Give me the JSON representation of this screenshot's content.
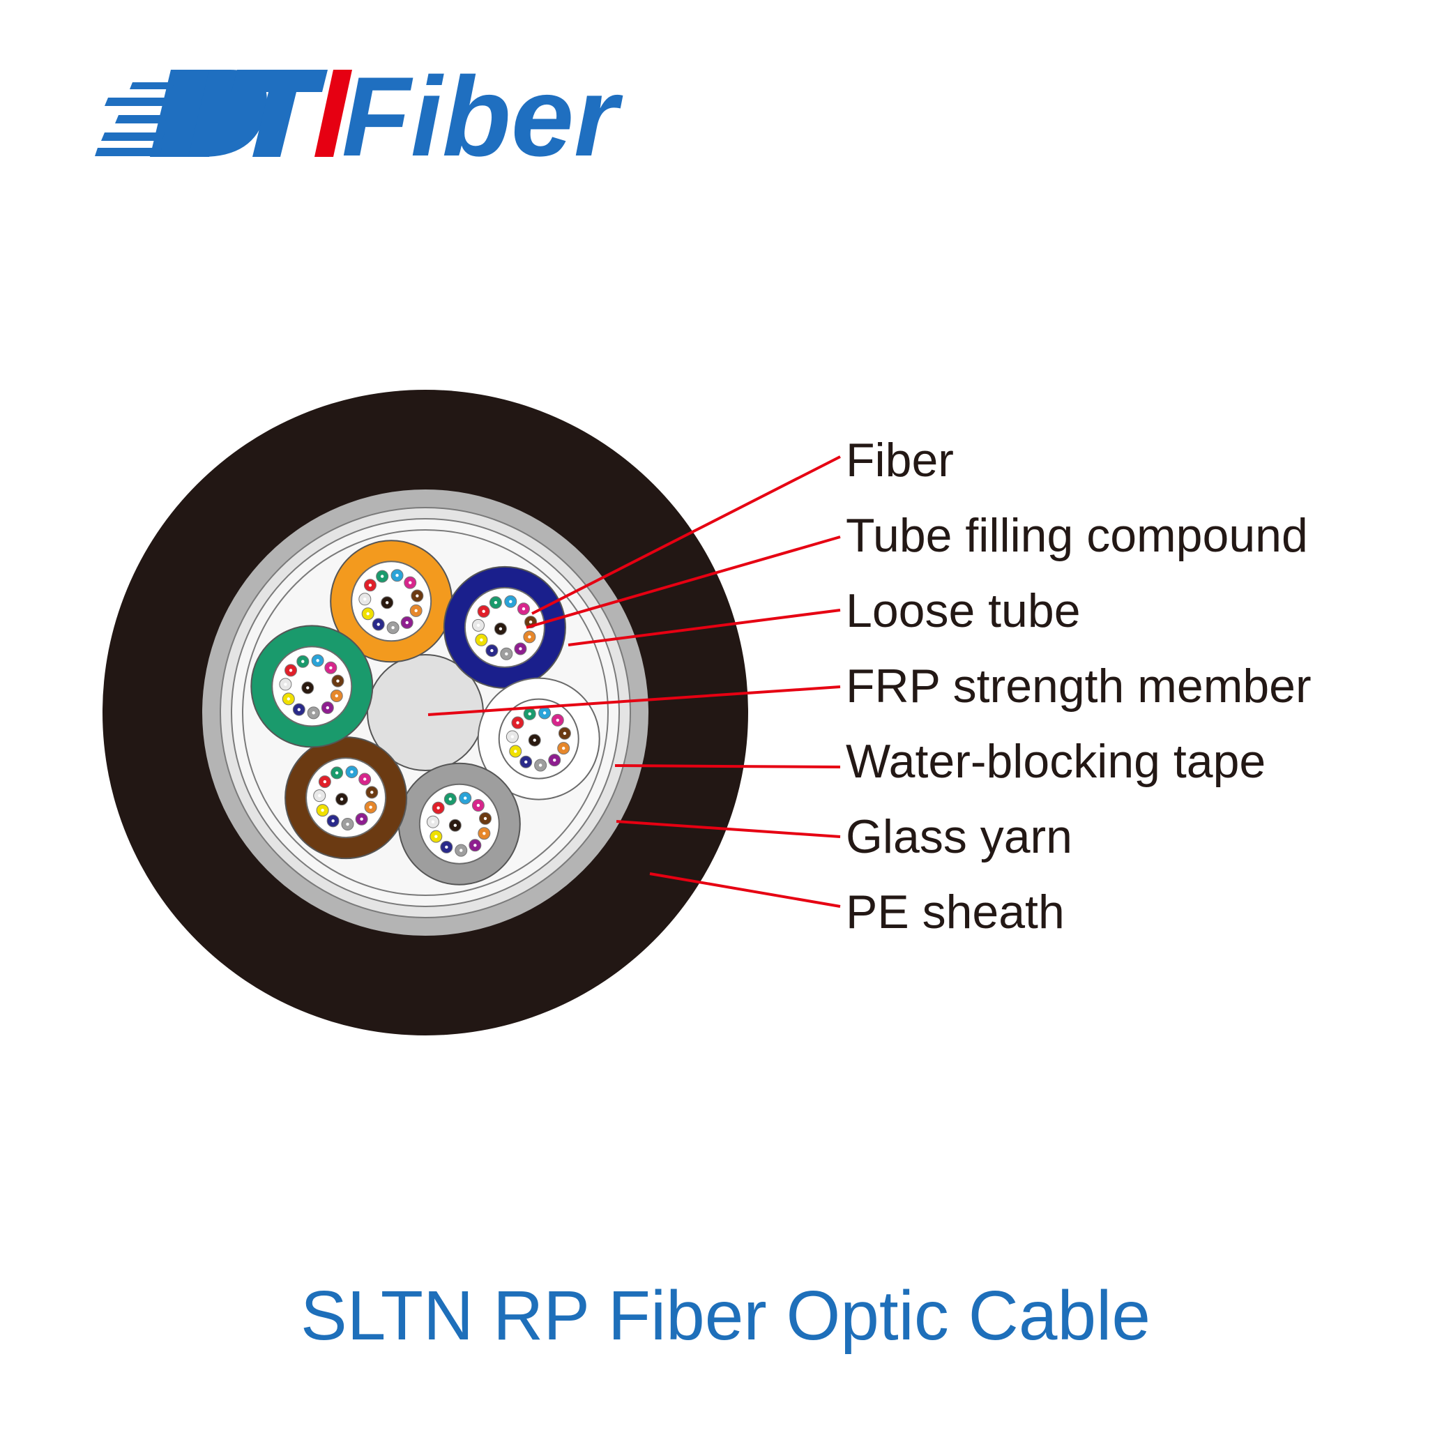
{
  "logo": {
    "text": "DTIFiber",
    "colors": {
      "blue": "#1f6fc0",
      "red": "#e60012"
    }
  },
  "diagram": {
    "labels": [
      "Fiber",
      "Tube filling compound",
      "Loose tube",
      "FRP strength member",
      "Water-blocking tape",
      "Glass yarn",
      "PE sheath"
    ],
    "leader_color": "#e60012",
    "tube_colors": [
      "#f39a1e",
      "#1a1f8c",
      "#ffffff",
      "#9e9e9e",
      "#6b3a12",
      "#1a9a6c"
    ],
    "fiber_colors": [
      "#1a9a6c",
      "#2aa3d8",
      "#d7268c",
      "#6b3a12",
      "#e6872b",
      "#8e1e8f",
      "#9e9e9e",
      "#2a2a8a",
      "#f0e000",
      "#e8e8e8",
      "#e0202a",
      "#2a1a10"
    ]
  },
  "caption": "SLTN RP Fiber Optic Cable"
}
